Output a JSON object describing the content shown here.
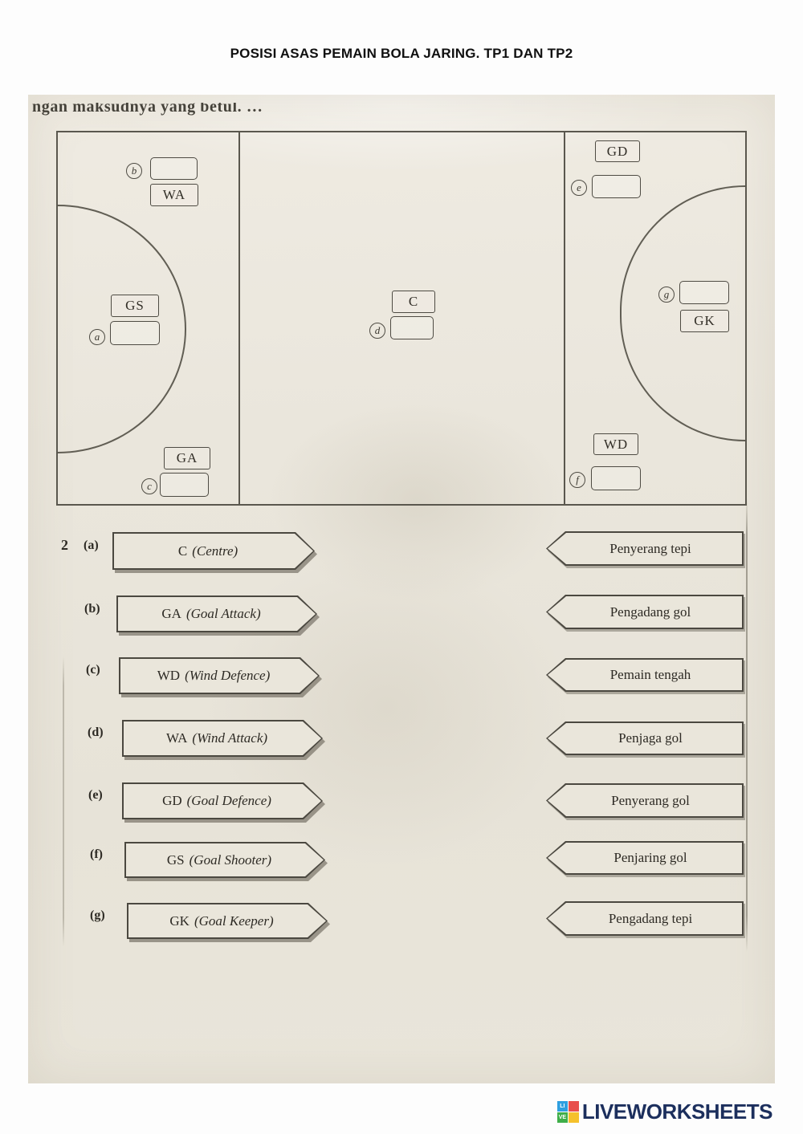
{
  "page": {
    "title": "POSISI ASAS PEMAIN BOLA JARING. TP1 DAN TP2",
    "scan_fragment": "ngan maksudnya yang betul. …",
    "question_number": "2"
  },
  "court": {
    "positions": {
      "a": {
        "letter": "a",
        "label": "GS"
      },
      "b": {
        "letter": "b",
        "label": "WA"
      },
      "c": {
        "letter": "c",
        "label": "GA"
      },
      "d": {
        "letter": "d",
        "label": "C"
      },
      "e": {
        "letter": "e",
        "label": "GD"
      },
      "f": {
        "letter": "f",
        "label": "WD"
      },
      "g": {
        "letter": "g",
        "label": "GK"
      }
    }
  },
  "matching": {
    "rows": [
      {
        "letter": "(a)",
        "code": "C",
        "detail": "(Centre)",
        "right": "Penyerang tepi"
      },
      {
        "letter": "(b)",
        "code": "GA",
        "detail": "(Goal Attack)",
        "right": "Pengadang gol"
      },
      {
        "letter": "(c)",
        "code": "WD",
        "detail": "(Wind Defence)",
        "right": "Pemain tengah"
      },
      {
        "letter": "(d)",
        "code": "WA",
        "detail": "(Wind Attack)",
        "right": "Penjaga gol"
      },
      {
        "letter": "(e)",
        "code": "GD",
        "detail": "(Goal Defence)",
        "right": "Penyerang gol"
      },
      {
        "letter": "(f)",
        "code": "GS",
        "detail": "(Goal Shooter)",
        "right": "Penjaring gol"
      },
      {
        "letter": "(g)",
        "code": "GK",
        "detail": "(Goal Keeper)",
        "right": "Pengadang tepi"
      }
    ]
  },
  "footer": {
    "brand": "LIVEWORKSHEETS",
    "icon_top_text": "LI",
    "icon_bottom_text": "VE",
    "brand_color": "#1c2f5d",
    "icon_colors": {
      "blue": "#2f9fe0",
      "red": "#e8504d",
      "green": "#3fae49",
      "yellow": "#f5c12c"
    }
  }
}
